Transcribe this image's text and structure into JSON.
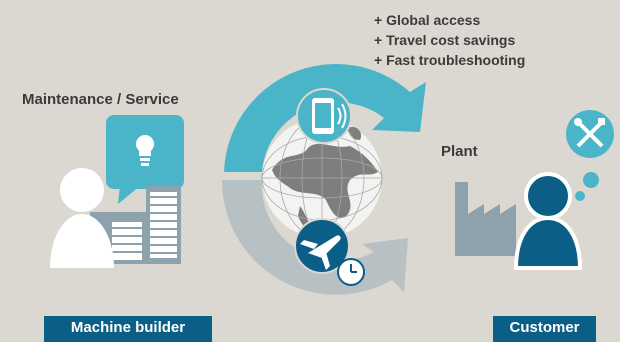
{
  "benefits": [
    "+ Global access",
    "+ Travel cost savings",
    "+ Fast troubleshooting"
  ],
  "labels": {
    "maintenance": "Maintenance / Service",
    "plant": "Plant",
    "machine_builder": "Machine builder",
    "customer": "Customer"
  },
  "icons": [
    "lightbulb-icon",
    "smartphone-icon",
    "globe-icon",
    "airplane-icon",
    "clock-icon",
    "tools-icon",
    "person-icon",
    "factory-icon",
    "building-icon"
  ],
  "colors": {
    "background": "#dad8d0",
    "accent_cyan": "#4ab5c9",
    "arrow_gray": "#b7c1c4",
    "navy": "#0b5f86",
    "slate": "#8da2ad"
  }
}
